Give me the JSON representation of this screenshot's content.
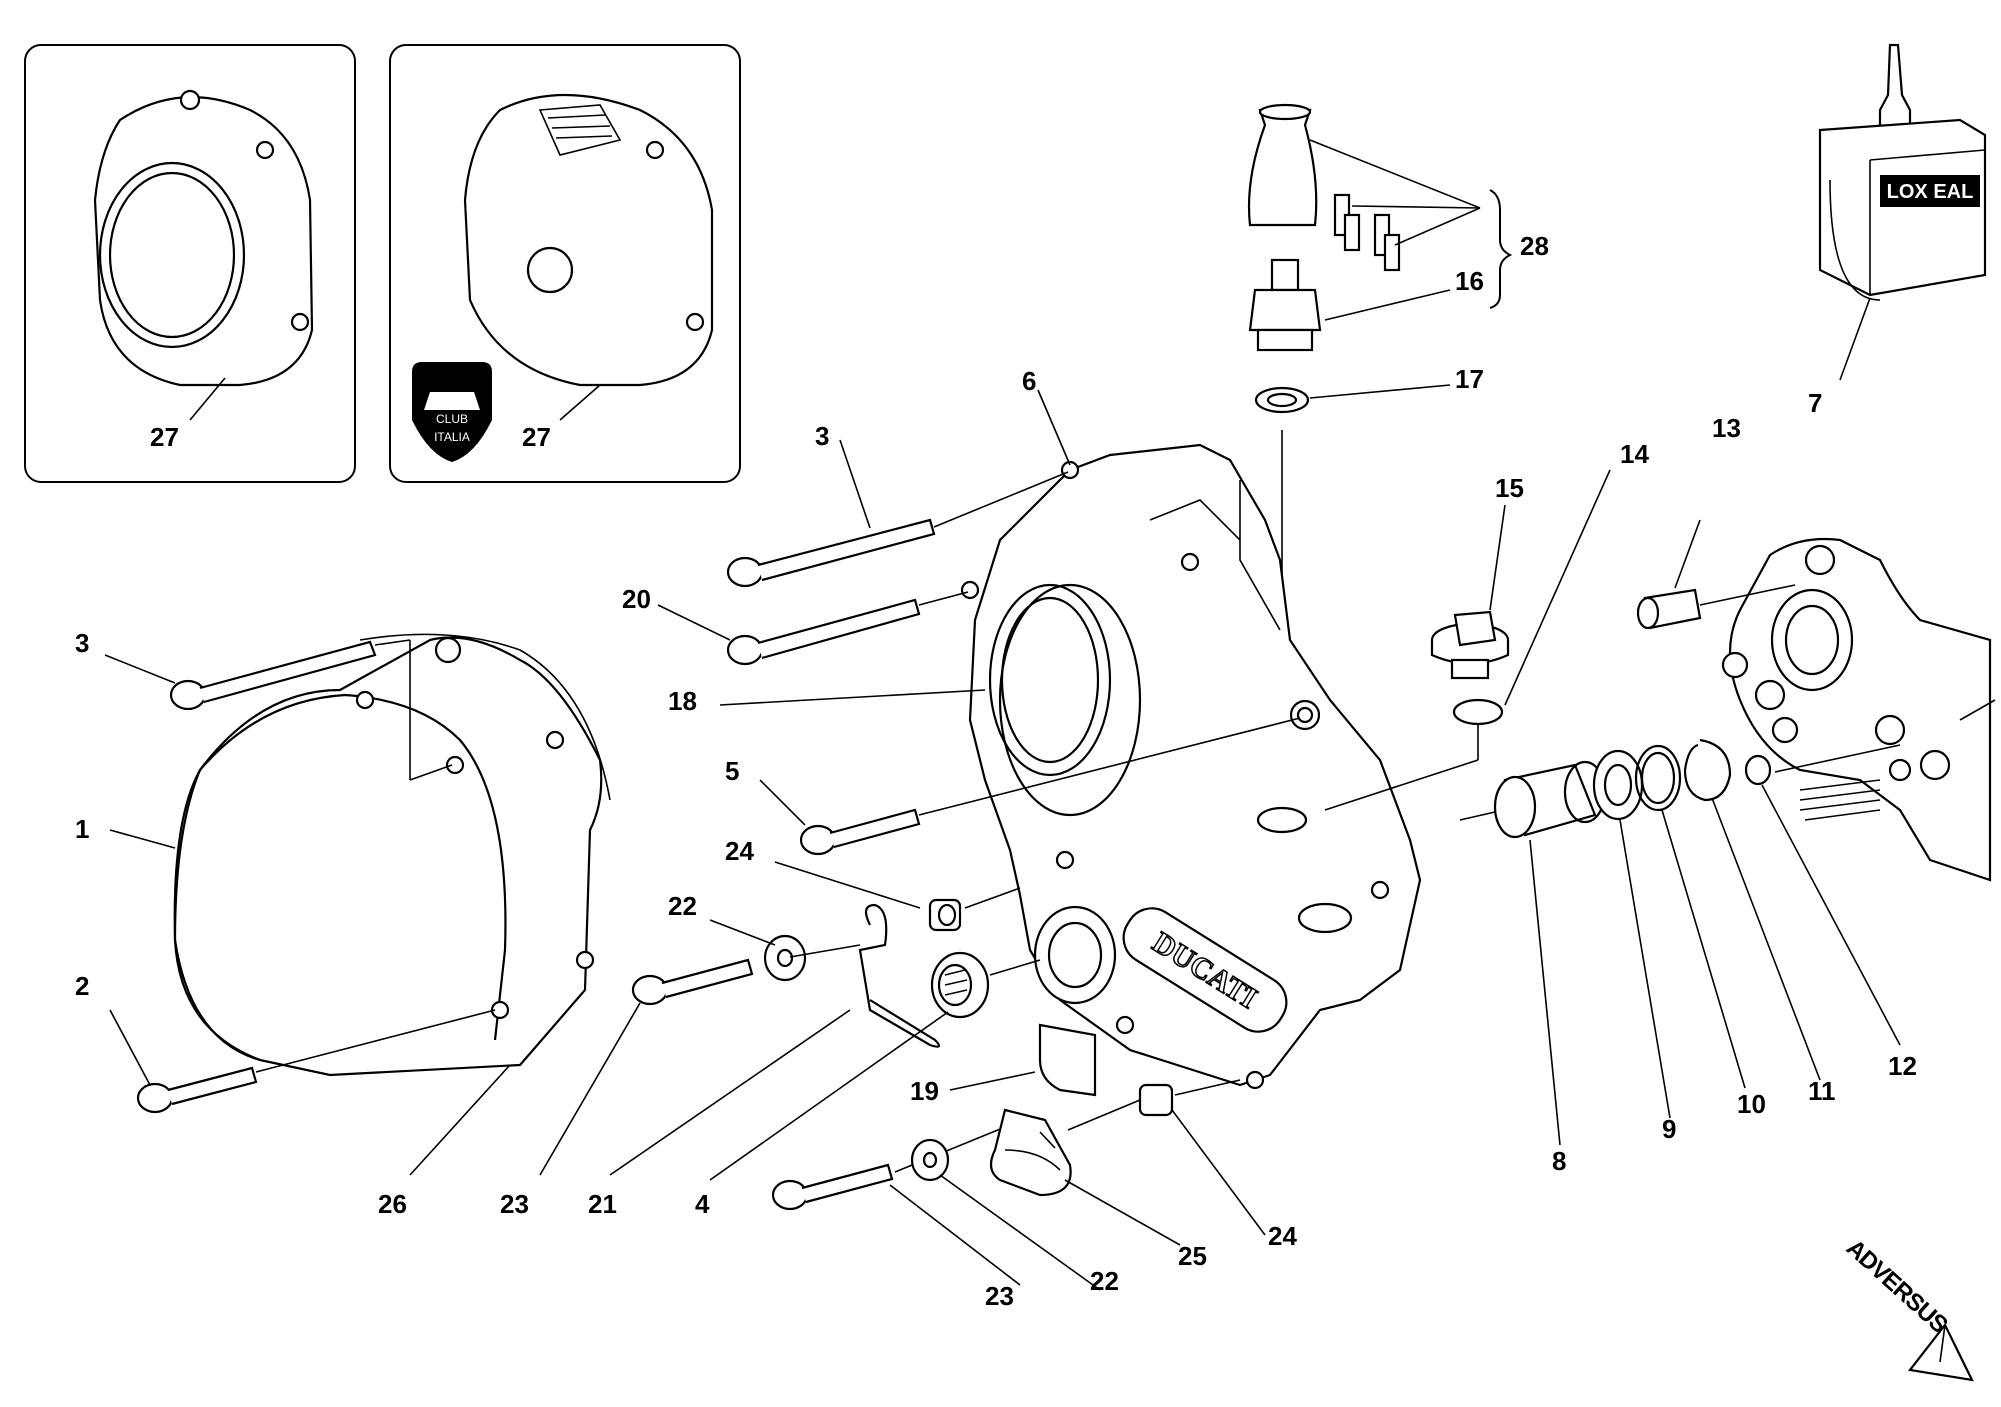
{
  "callouts": {
    "inset_left": "27",
    "inset_right": "27",
    "c1": "1",
    "c2": "2",
    "c3a": "3",
    "c3b": "3",
    "c4": "4",
    "c5": "5",
    "c6": "6",
    "c7": "7",
    "c8": "8",
    "c9": "9",
    "c10": "10",
    "c11": "11",
    "c12": "12",
    "c13": "13",
    "c14": "14",
    "c15": "15",
    "c16": "16",
    "c17": "17",
    "c18": "18",
    "c19": "19",
    "c20": "20",
    "c21": "21",
    "c22a": "22",
    "c22b": "22",
    "c23a": "23",
    "c23b": "23",
    "c24a": "24",
    "c24b": "24",
    "c25": "25",
    "c26": "26",
    "c28": "28"
  },
  "labels": {
    "club_line1": "CLUB",
    "club_line2": "ITALIA",
    "loxeal": "LOX EAL",
    "ducati": "DUCATI",
    "adversus": "ADVERSUS"
  }
}
